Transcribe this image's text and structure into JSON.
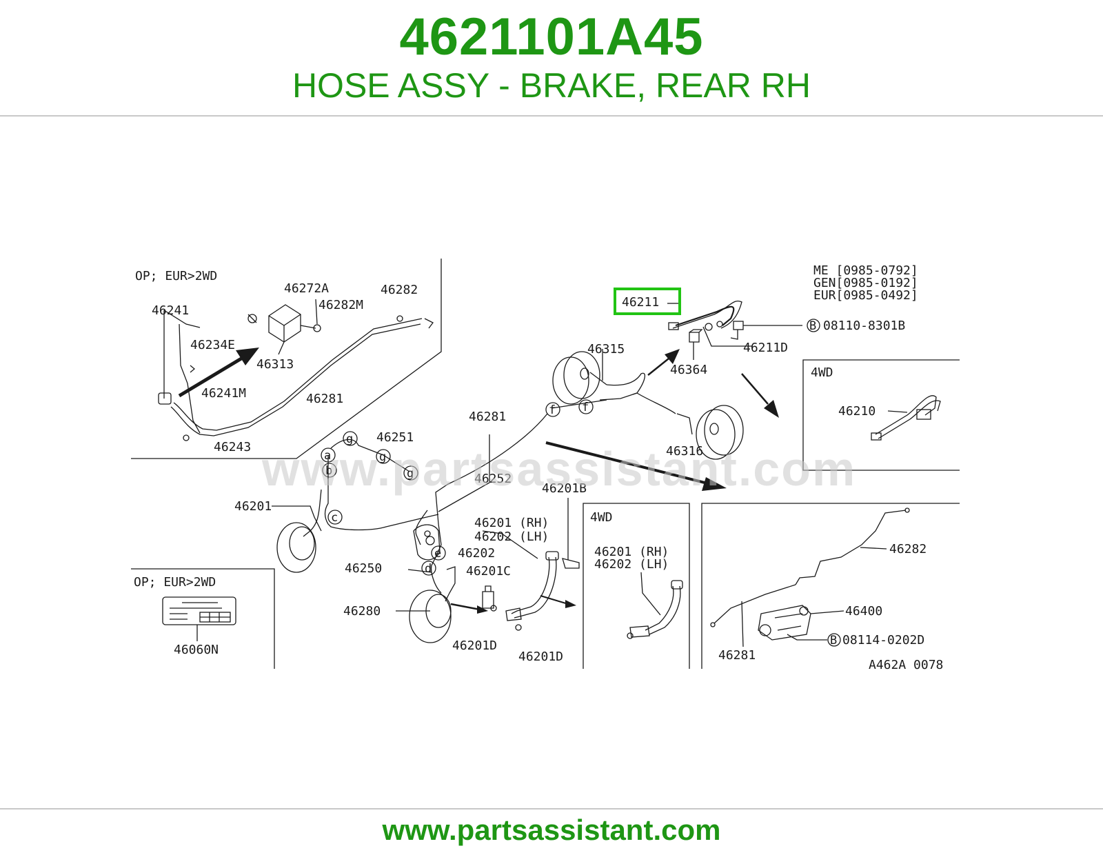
{
  "header": {
    "part_number": "4621101A45",
    "description": "HOSE ASSY - BRAKE, REAR RH"
  },
  "footer": {
    "url": "www.partsassistant.com"
  },
  "watermark": "www.partsassistant.com",
  "colors": {
    "brand_green": "#1e9614",
    "highlight_green": "#22c414"
  },
  "diagram": {
    "highlighted_part": "46211",
    "callouts": {
      "panel_tl_option": "OP; EUR>2WD",
      "panel_bl_option": "OP; EUR>2WD",
      "c46241": "46241",
      "c46272A": "46272A",
      "c46282M": "46282M",
      "c46282_tl": "46282",
      "c46234E": "46234E",
      "c46313": "46313",
      "c46241M": "46241M",
      "c46281_tl": "46281",
      "c46243": "46243",
      "me": "ME [0985-0792]",
      "gen": "GEN[0985-0192]",
      "eur": "EUR[0985-0492]",
      "c08110": "08110-8301B",
      "c46211D": "46211D",
      "c46315": "46315",
      "c46364": "46364",
      "panel_4wd_a": "4WD",
      "c46210": "46210",
      "c46281_mid": "46281",
      "c46316": "46316",
      "c46251": "46251",
      "c46252": "46252",
      "c46201": "46201",
      "c46201B": "46201B",
      "c46201_rh": "46201 (RH)",
      "c46202_lh": "46202 (LH)",
      "c46202": "46202",
      "c46250": "46250",
      "c46201C": "46201C",
      "c46280": "46280",
      "c46201D_a": "46201D",
      "c46201D_b": "46201D",
      "c46060N": "46060N",
      "panel_4wd_b": "4WD",
      "c46201_rh_b": "46201 (RH)",
      "c46202_lh_b": "46202 (LH)",
      "c46282_br": "46282",
      "c46400": "46400",
      "c08114": "08114-0202D",
      "c46281_br": "46281",
      "code": "A462A 0078"
    },
    "circle_markers": [
      "f",
      "f",
      "g",
      "g",
      "g",
      "a",
      "b",
      "c",
      "d",
      "e"
    ],
    "bolt_marker": "B"
  }
}
